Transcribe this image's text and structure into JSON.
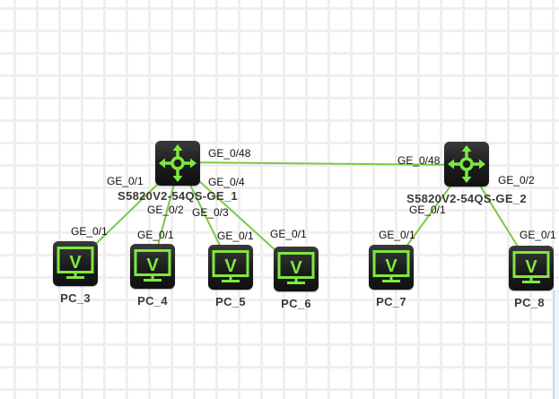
{
  "colors": {
    "link": "#7ac943",
    "icon_accent": "#7ee83f",
    "device_bg": "#1c1c1c",
    "grid": "#efefef",
    "label": "#3a3a3a"
  },
  "switches": [
    {
      "id": "sw1",
      "name": "S5820V2-54QS-GE_1",
      "icon": "switch-icon"
    },
    {
      "id": "sw2",
      "name": "S5820V2-54QS-GE_2",
      "icon": "switch-icon"
    }
  ],
  "pcs": [
    {
      "id": "pc3",
      "name": "PC_3",
      "icon": "pc-monitor-icon",
      "glyph": "V"
    },
    {
      "id": "pc4",
      "name": "PC_4",
      "icon": "pc-monitor-icon",
      "glyph": "V"
    },
    {
      "id": "pc5",
      "name": "PC_5",
      "icon": "pc-monitor-icon",
      "glyph": "V"
    },
    {
      "id": "pc6",
      "name": "PC_6",
      "icon": "pc-monitor-icon",
      "glyph": "V"
    },
    {
      "id": "pc7",
      "name": "PC_7",
      "icon": "pc-monitor-icon",
      "glyph": "V"
    },
    {
      "id": "pc8",
      "name": "PC_8",
      "icon": "pc-monitor-icon",
      "glyph": "V"
    }
  ],
  "links": [
    {
      "from": "sw1",
      "from_port": "GE_0/48",
      "to": "sw2",
      "to_port": "GE_0/48"
    },
    {
      "from": "sw1",
      "from_port": "GE_0/1",
      "to": "pc3",
      "to_port": "GE_0/1"
    },
    {
      "from": "sw1",
      "from_port": "GE_0/2",
      "to": "pc4",
      "to_port": "GE_0/1"
    },
    {
      "from": "sw1",
      "from_port": "GE_0/3",
      "to": "pc5",
      "to_port": "GE_0/1"
    },
    {
      "from": "sw1",
      "from_port": "GE_0/4",
      "to": "pc6",
      "to_port": "GE_0/1"
    },
    {
      "from": "sw2",
      "from_port": "GE_0/1",
      "to": "pc7",
      "to_port": "GE_0/1"
    },
    {
      "from": "sw2",
      "from_port": "GE_0/2",
      "to": "pc8",
      "to_port": "GE_0/1"
    }
  ]
}
